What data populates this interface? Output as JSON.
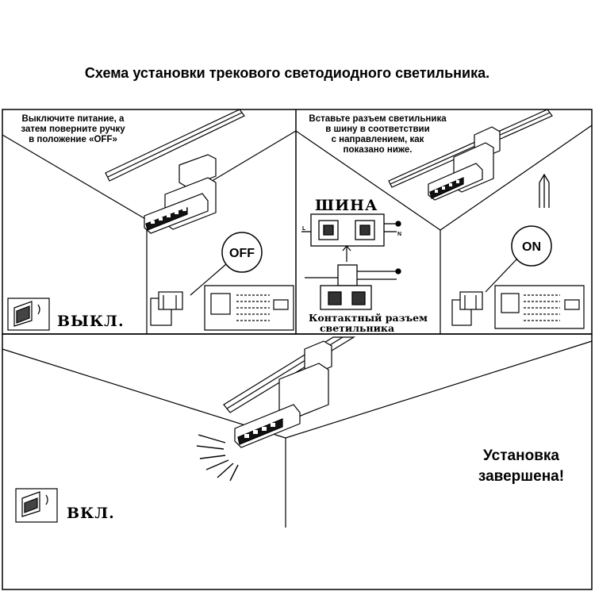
{
  "title": "Схема установки трекового светодиодного светильника.",
  "step1": {
    "note": [
      "Выключите питание, а",
      "затем поверните ручку",
      "в положение «OFF»"
    ],
    "badge": "OFF",
    "switch_label": "ВЫКЛ."
  },
  "step2": {
    "note": [
      "Вставьте разъем светильника",
      "в шину в соответствии",
      "с направлением, как",
      "показано ниже."
    ],
    "rail_label": "ШИНА",
    "connector_label": [
      "Контактный разъем",
      "светильника"
    ],
    "wire_marks": [
      "L",
      "N"
    ]
  },
  "step3": {
    "badge": "ON"
  },
  "step4": {
    "switch_label": "ВКЛ.",
    "done_text": [
      "Установка",
      "завершена!"
    ]
  },
  "icons": [
    "wall-switch-off-icon",
    "wall-switch-on-icon",
    "up-arrow-icon",
    "light-rays-icon"
  ]
}
